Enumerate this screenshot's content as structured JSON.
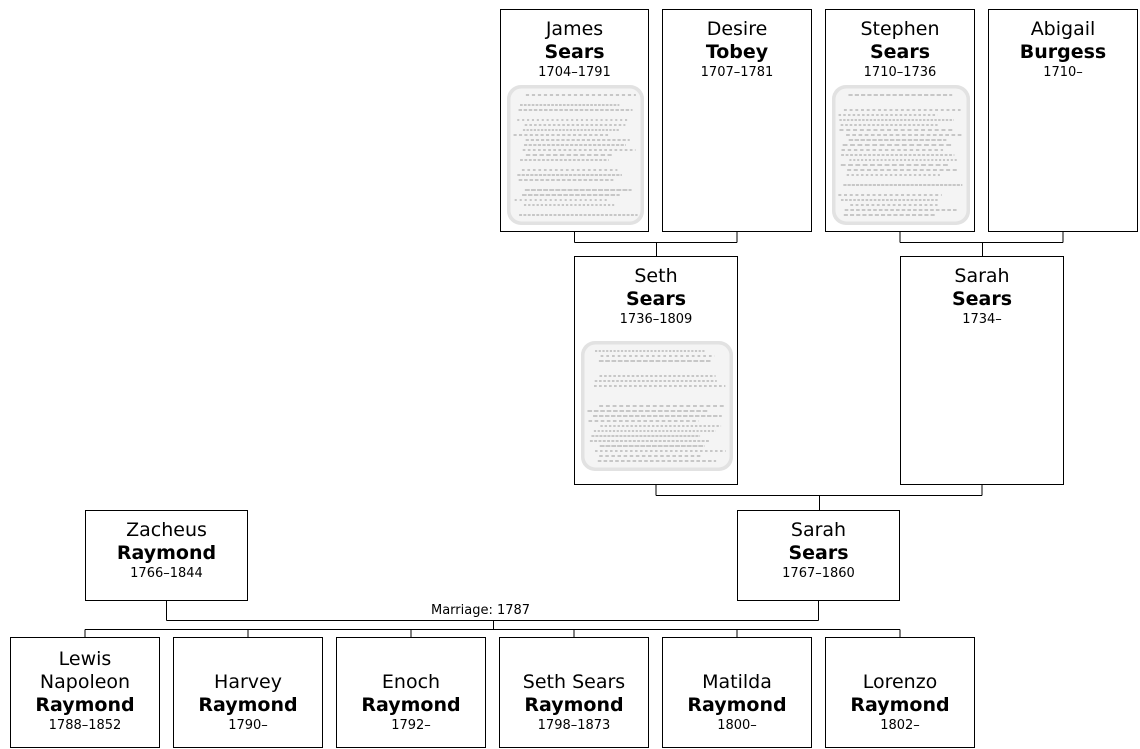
{
  "tree": {
    "people": [
      {
        "id": "james",
        "given": "James",
        "surname": "Sears",
        "dates": "1704–1791",
        "has_document": true
      },
      {
        "id": "desire",
        "given": "Desire",
        "surname": "Tobey",
        "dates": "1707–1781",
        "has_document": false
      },
      {
        "id": "stephen",
        "given": "Stephen",
        "surname": "Sears",
        "dates": "1710–1736",
        "has_document": true
      },
      {
        "id": "abigail",
        "given": "Abigail",
        "surname": "Burgess",
        "dates": "1710–",
        "has_document": false
      },
      {
        "id": "seth",
        "given": "Seth",
        "surname": "Sears",
        "dates": "1736–1809",
        "has_document": true
      },
      {
        "id": "sarah-sr",
        "given": "Sarah",
        "surname": "Sears",
        "dates": "1734–",
        "has_document": false
      },
      {
        "id": "zacheus",
        "given": "Zacheus",
        "surname": "Raymond",
        "dates": "1766–1844",
        "has_document": false
      },
      {
        "id": "sarah",
        "given": "Sarah",
        "surname": "Sears",
        "dates": "1767–1860",
        "has_document": false
      },
      {
        "id": "lewis",
        "given": "Lewis Napoleon",
        "surname": "Raymond",
        "dates": "1788–1852",
        "has_document": false
      },
      {
        "id": "harvey",
        "given": "Harvey",
        "surname": "Raymond",
        "dates": "1790–",
        "has_document": false
      },
      {
        "id": "enoch",
        "given": "Enoch",
        "surname": "Raymond",
        "dates": "1792–",
        "has_document": false
      },
      {
        "id": "seth-sears",
        "given": "Seth Sears",
        "surname": "Raymond",
        "dates": "1798–1873",
        "has_document": false
      },
      {
        "id": "matilda",
        "given": "Matilda",
        "surname": "Raymond",
        "dates": "1800–",
        "has_document": false
      },
      {
        "id": "lorenzo",
        "given": "Lorenzo",
        "surname": "Raymond",
        "dates": "1802–",
        "has_document": false
      }
    ],
    "marriage_label": "Marriage: 1787",
    "relationships": [
      {
        "parents": [
          "james",
          "desire"
        ],
        "children": [
          "seth"
        ]
      },
      {
        "parents": [
          "stephen",
          "abigail"
        ],
        "children": [
          "sarah-sr"
        ]
      },
      {
        "parents": [
          "seth",
          "sarah-sr"
        ],
        "children": [
          "sarah"
        ]
      },
      {
        "parents": [
          "zacheus",
          "sarah"
        ],
        "children": [
          "lewis",
          "harvey",
          "enoch",
          "seth-sears",
          "matilda",
          "lorenzo"
        ]
      }
    ]
  }
}
